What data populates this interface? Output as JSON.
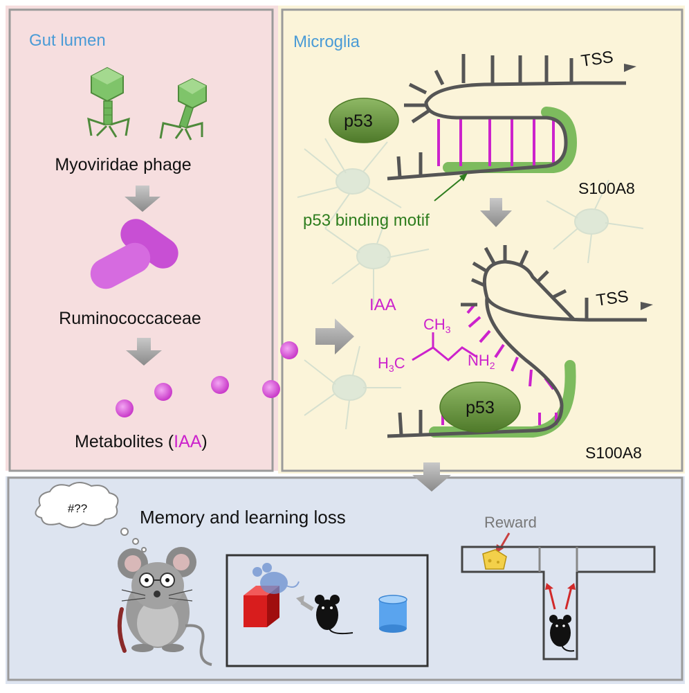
{
  "panels": {
    "gut": {
      "title": "Gut lumen",
      "bg": "#f6dedf",
      "title_color": "#4a9bd6"
    },
    "microglia": {
      "title": "Microglia",
      "bg": "#fbf4d9",
      "title_color": "#4a9bd6"
    },
    "behavior": {
      "bg": "#dde4f0"
    }
  },
  "gut": {
    "phage_label": "Myoviridae phage",
    "bacteria_label": "Ruminococcaceae",
    "metabolites_prefix": "Metabolites (",
    "metabolites_highlight": "IAA",
    "metabolites_suffix": ")"
  },
  "microglia": {
    "p53_top": "p53",
    "p53_bottom": "p53",
    "tss_top": "TSS",
    "tss_bottom": "TSS",
    "gene_top": "S100A8",
    "gene_bottom": "S100A8",
    "motif_label": "p53 binding motif",
    "iaa_label": "IAA",
    "chem_ch3": "CH",
    "chem_ch3_sub": "3",
    "chem_h3c_h": "H",
    "chem_h3c_sub": "3",
    "chem_h3c_c": "C",
    "chem_nh2": "NH",
    "chem_nh2_sub": "2"
  },
  "behavior": {
    "title": "Memory and learning loss",
    "thought": "#??",
    "reward_label": "Reward"
  },
  "colors": {
    "magenta": "#cc22cc",
    "motif_green": "#2e7d1e",
    "p53_green": "#6f9a45",
    "dna_gray": "#555555",
    "arrow_gray": "#9a9a9a"
  }
}
